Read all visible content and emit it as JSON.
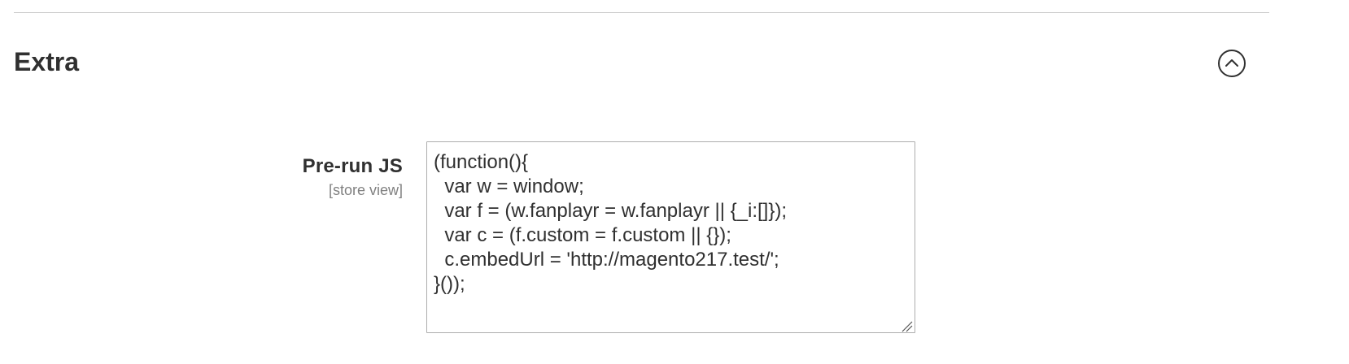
{
  "section": {
    "title": "Extra",
    "expanded": true,
    "toggle_icon": "chevron-up-circle-icon"
  },
  "field": {
    "label": "Pre-run JS",
    "scope": "[store view]",
    "value": "(function(){\n  var w = window;\n  var f = (w.fanplayr = w.fanplayr || {_i:[]});\n  var c = (f.custom = f.custom || {});\n  c.embedUrl = 'http://magento217.test/';\n}());"
  },
  "icons": {
    "toggle": "chevron-up-circle-icon",
    "resize": "resize-handle-icon"
  },
  "colors": {
    "text": "#303030",
    "muted": "#808080",
    "border": "#adadad",
    "divider": "#cccccc"
  }
}
